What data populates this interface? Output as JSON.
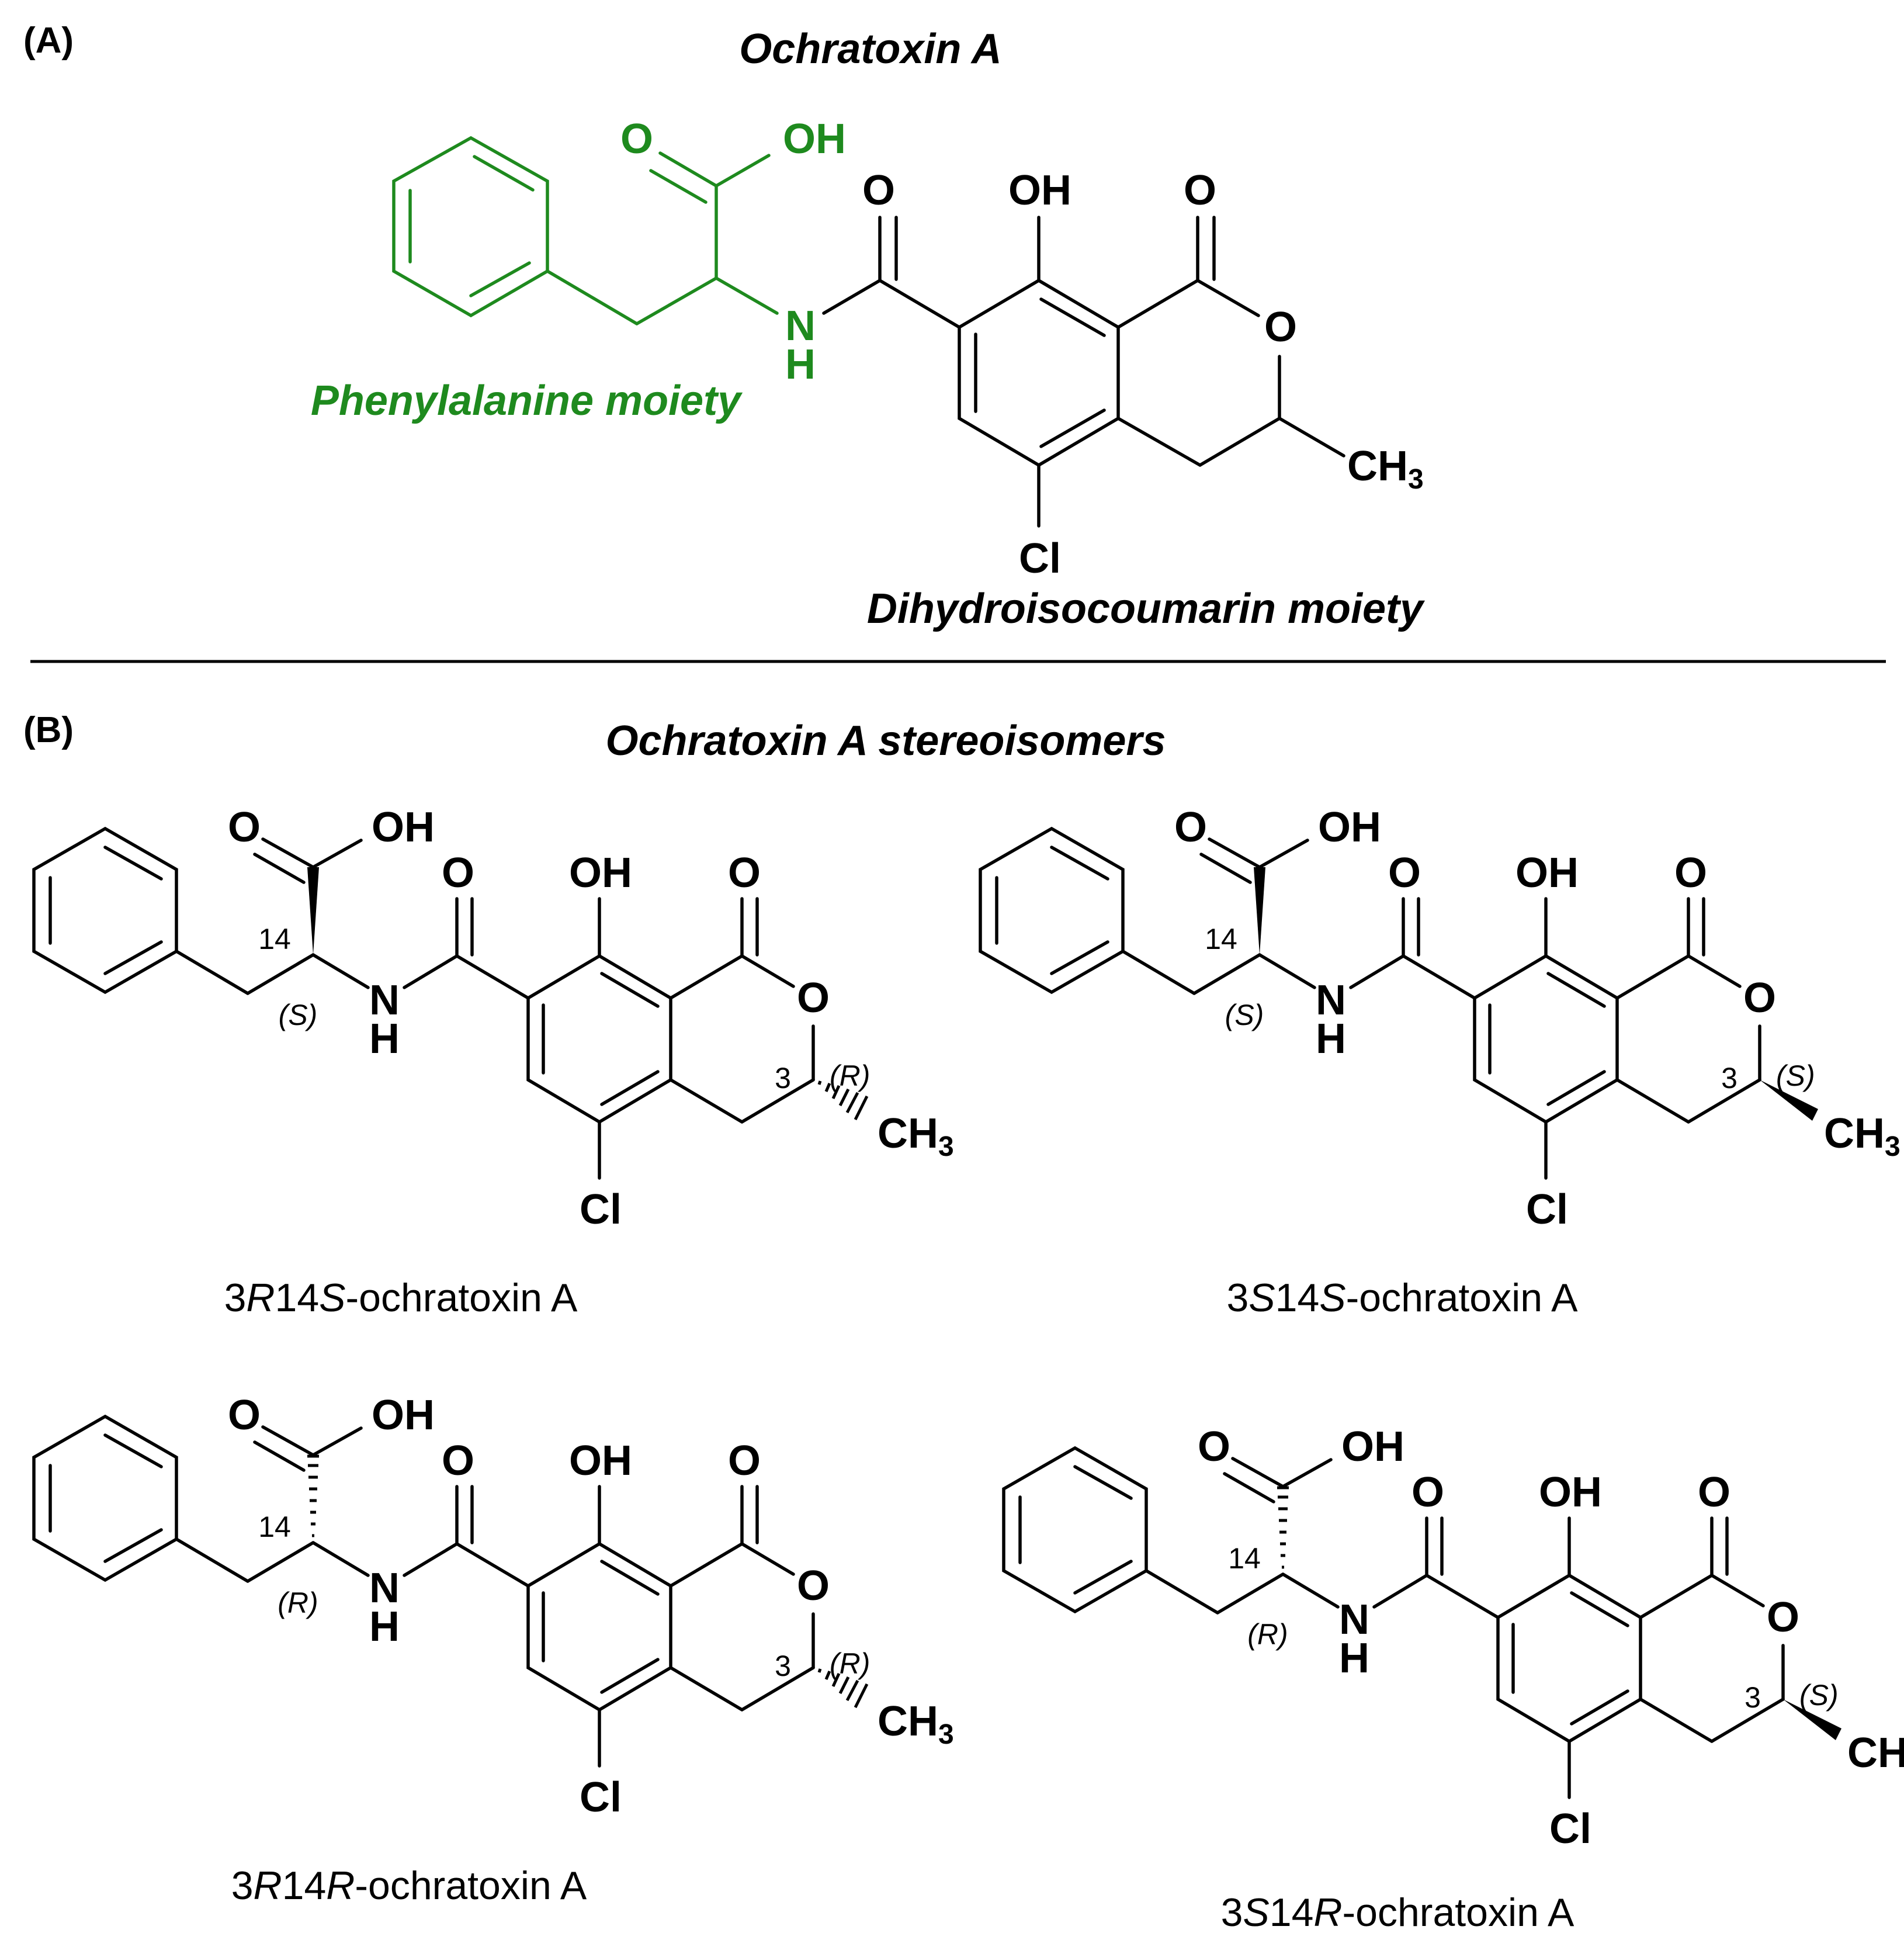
{
  "panel_a": {
    "label": "(A)",
    "title": "Ochratoxin A",
    "phe_label": "Phenylalanine moiety",
    "dhi_label": "Dihydroisocoumarin moiety"
  },
  "panel_b": {
    "label": "(B)",
    "title": "Ochratoxin A stereoisomers"
  },
  "atoms": {
    "O": "O",
    "OH": "OH",
    "N": "N",
    "H": "H",
    "Cl": "Cl",
    "CH": "CH",
    "sub3": "3"
  },
  "locants": {
    "c3": "3",
    "c14": "14"
  },
  "isomers": [
    {
      "c14": "(S)",
      "c3": "(R)",
      "cap_a": "3",
      "cap_b": "R",
      "cap_c": "14",
      "cap_d": "S",
      "cap_e": "-ochratoxin A"
    },
    {
      "c14": "(S)",
      "c3": "(S)",
      "cap_a": "3",
      "cap_b": "S",
      "cap_c": "14",
      "cap_d": "S",
      "cap_e": "-ochratoxin A"
    },
    {
      "c14": "(R)",
      "c3": "(R)",
      "cap_a": "3",
      "cap_b": "R",
      "cap_c": "14",
      "cap_d": "R",
      "cap_e": "-ochratoxin A"
    },
    {
      "c14": "(R)",
      "c3": "(S)",
      "cap_a": "3",
      "cap_b": "S",
      "cap_c": "14",
      "cap_d": "R",
      "cap_e": "-ochratoxin A"
    }
  ],
  "colors": {
    "phenylalanine": "#1e8a1e",
    "ink": "#000000"
  }
}
